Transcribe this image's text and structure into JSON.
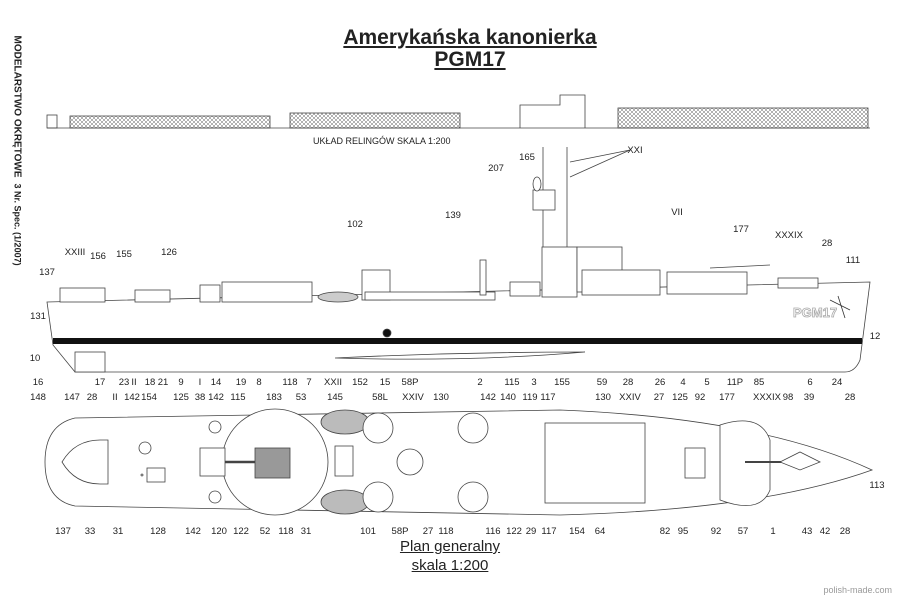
{
  "title": {
    "line1": "Amerykańska kanonierka",
    "line2": "PGM17"
  },
  "sidebar": {
    "magazine": "MODELARSTWO OKRĘTOWE",
    "issue": "3 Nr. Spec. (1/2007)"
  },
  "railings_caption": "UKŁAD RELINGÓW SKALA 1:200",
  "hull_marking": "PGM17",
  "plan_caption": {
    "line1": "Plan generalny",
    "line2": "skala 1:200"
  },
  "watermark": "polish-made.com",
  "side_view_labels_top": [
    "XXIII",
    "156",
    "155",
    "126",
    "137",
    "131",
    "10",
    "102",
    "139",
    "207",
    "165",
    "XXI",
    "VII",
    "177",
    "XXXIX",
    "28",
    "111",
    "12"
  ],
  "side_view_labels_bottom": [
    "16",
    "17",
    "23",
    "II",
    "18",
    "21",
    "9",
    "I",
    "14",
    "19",
    "8",
    "118",
    "7",
    "XXII",
    "152",
    "15",
    "58P",
    "2",
    "115",
    "3",
    "155",
    "59",
    "28",
    "26",
    "4",
    "5",
    "11P",
    "85",
    "6",
    "24"
  ],
  "plan_labels_top": [
    "148",
    "147",
    "28",
    "II",
    "142",
    "154",
    "125",
    "38",
    "142",
    "115",
    "183",
    "53",
    "145",
    "58L",
    "XXIV",
    "130",
    "142",
    "140",
    "119",
    "117",
    "130",
    "XXIV",
    "27",
    "125",
    "92",
    "177",
    "XXXIX",
    "98",
    "39",
    "28"
  ],
  "plan_labels_bottom": [
    "137",
    "33",
    "31",
    "128",
    "142",
    "120",
    "122",
    "52",
    "118",
    "31",
    "101",
    "58P",
    "27",
    "118",
    "116",
    "122",
    "29",
    "117",
    "154",
    "64",
    "82",
    "95",
    "92",
    "57",
    "1",
    "43",
    "42",
    "28",
    "113"
  ]
}
